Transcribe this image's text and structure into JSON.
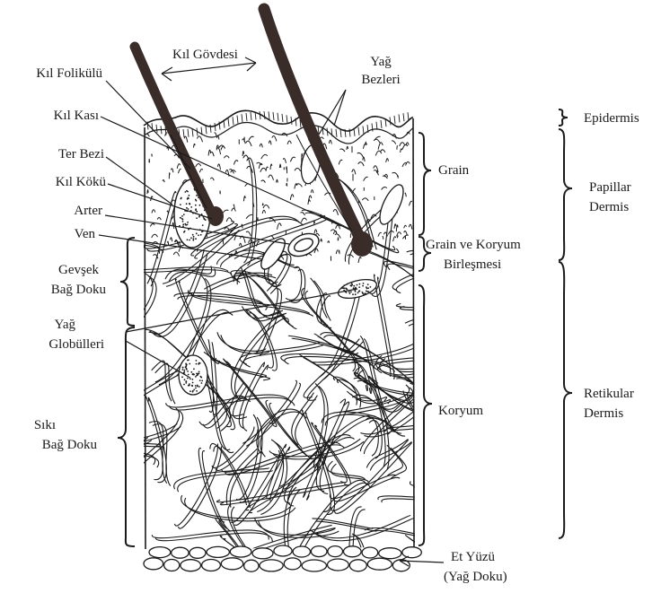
{
  "diagram": {
    "labels": {
      "kil_govdesi": "Kıl Gövdesi",
      "yag_bezleri_1": "Yağ",
      "yag_bezleri_2": "Bezleri",
      "kil_folikulu": "Kıl Folikülü",
      "kil_kasi": "Kıl Kası",
      "ter_bezi": "Ter Bezi",
      "kil_koku": "Kıl Kökü",
      "arter": "Arter",
      "ven": "Ven",
      "gevsek_1": "Gevşek",
      "gevsek_2": "Bağ Doku",
      "yag_globulleri_1": "Yağ",
      "yag_globulleri_2": "Globülleri",
      "siki_1": "Sıkı",
      "siki_2": "Bağ Doku",
      "grain": "Grain",
      "grain_koryum_1": "Grain ve Koryum",
      "grain_koryum_2": "Birleşmesi",
      "koryum": "Koryum",
      "et_yuzu_1": "Et Yüzü",
      "et_yuzu_2": "(Yağ Doku)",
      "epidermis": "Epidermis",
      "papillar_1": "Papillar",
      "papillar_2": "Dermis",
      "retikular_1": "Retikular",
      "retikular_2": "Dermis"
    },
    "colors": {
      "ink": "#1a1a1a",
      "hair": "#3a2c28",
      "background": "#ffffff"
    }
  }
}
